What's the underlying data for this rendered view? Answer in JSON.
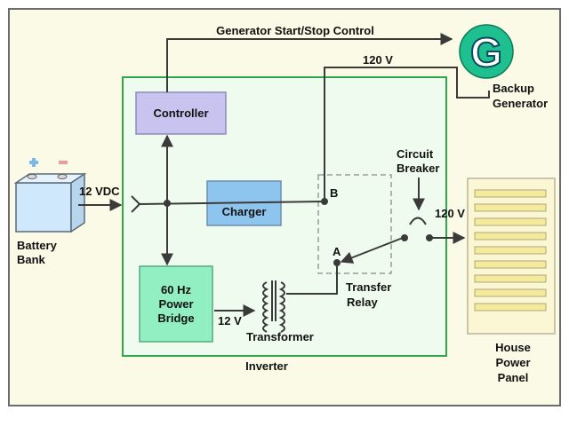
{
  "labels": {
    "gen_control": "Generator Start/Stop Control",
    "v120_top": "120 V",
    "backup_1": "Backup",
    "backup_2": "Generator",
    "generator_letter": "G",
    "controller": "Controller",
    "charger": "Charger",
    "bridge_1": "60 Hz",
    "bridge_2": "Power",
    "bridge_3": "Bridge",
    "vdc12": "12 VDC",
    "battery_1": "Battery",
    "battery_2": "Bank",
    "v12": "12 V",
    "transformer": "Transformer",
    "inverter": "Inverter",
    "b": "B",
    "a": "A",
    "transfer_1": "Transfer",
    "transfer_2": "Relay",
    "breaker_1": "Circuit",
    "breaker_2": "Breaker",
    "v120_out": "120 V",
    "panel_1": "House",
    "panel_2": "Power",
    "panel_3": "Panel"
  },
  "colors": {
    "background": "#fafae6",
    "inverter_fill": "#eefbee",
    "inverter_stroke": "#2fa64a",
    "controller": "#c9c4ef",
    "charger": "#8ec5ee",
    "bridge": "#91efc2",
    "panel": "#fbf6d4",
    "panel_slot": "#f4ea9c",
    "generator": "#1fc08f",
    "battery": "#cfe8fb"
  }
}
